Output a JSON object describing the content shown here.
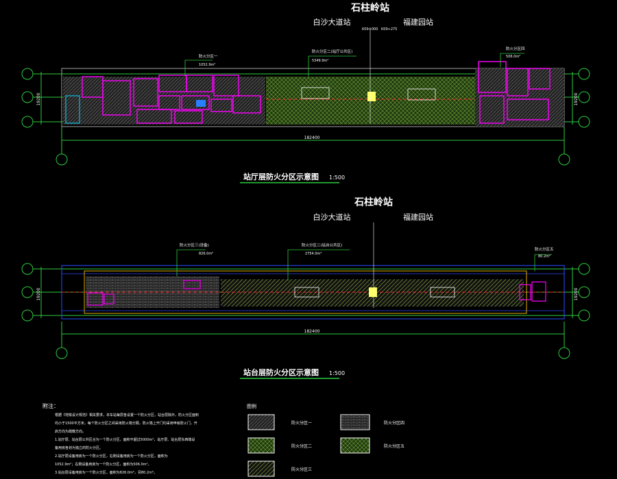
{
  "colors": {
    "background": "#000000",
    "grid_green": "#2ecc40",
    "wall_magenta": "#ff00ff",
    "hatch_olive": "#6b8e23",
    "grid_red": "#ff2a2a",
    "cyan": "#00d8ff",
    "white": "#ffffff",
    "yellow": "#ffff66"
  },
  "station_name": "石柱岭站",
  "prev_station": "白沙大道站",
  "next_station": "福建园站",
  "plan1": {
    "title": "站厅层防火分区示意图",
    "scale": "1:500",
    "total_dim": "182400",
    "side_dim": "19200",
    "zone_left_label": "防火分区一",
    "zone_left_area": "1052.9m²",
    "zone_center_label": "防火分区二(站厅公共区)",
    "zone_center_area": "5349.9m²",
    "zone_right_label": "防火分区四",
    "zone_right_area": "506.0m²",
    "chainage_a": "K09+000",
    "chainage_b": "K09+275"
  },
  "plan2": {
    "title": "站台层防火分区示意图",
    "scale": "1:500",
    "total_dim": "182400",
    "side_dim": "19200",
    "zone_left_label": "防火分区三(设备)",
    "zone_left_area": "826.0m²",
    "zone_center_label": "防火分区二(站台公共区)",
    "zone_center_area": "2754.0m²",
    "zone_right_label": "防火分区五",
    "zone_right_area": "80.2m²"
  },
  "notes": {
    "heading": "附注：",
    "lines": [
      "根据《地铁设计规范》相关要求，本车站每层各设置一个防火分区，站台层除外，防火分区面积",
      "均小于1500平方米，每个防火分区之间采用防火墙分隔，防火墙上开门均采用甲级防火门，开",
      "启方向为疏散方向。",
      "1.站厅层、站台层公共区合为一个防火分区，面积不超过5000m²，站厅层、站台层东西端设",
      "备用房各划为独立的防火分区。",
      "2.站厅层设备用房为一个防火分区，右侧设备用房为一个防火分区，面积为",
      "1052.9m²；右侧设备用房为一个防火分区，面积为506.0m²。",
      "3.站台层设备用房为一个防火分区，面积为826.0m²，另80.2m²。"
    ]
  },
  "legend": {
    "title": "图例",
    "items": [
      {
        "label": "防火分区一"
      },
      {
        "label": "防火分区二"
      },
      {
        "label": "防火分区三"
      },
      {
        "label": "防火分区四"
      },
      {
        "label": "防火分区五"
      }
    ]
  }
}
